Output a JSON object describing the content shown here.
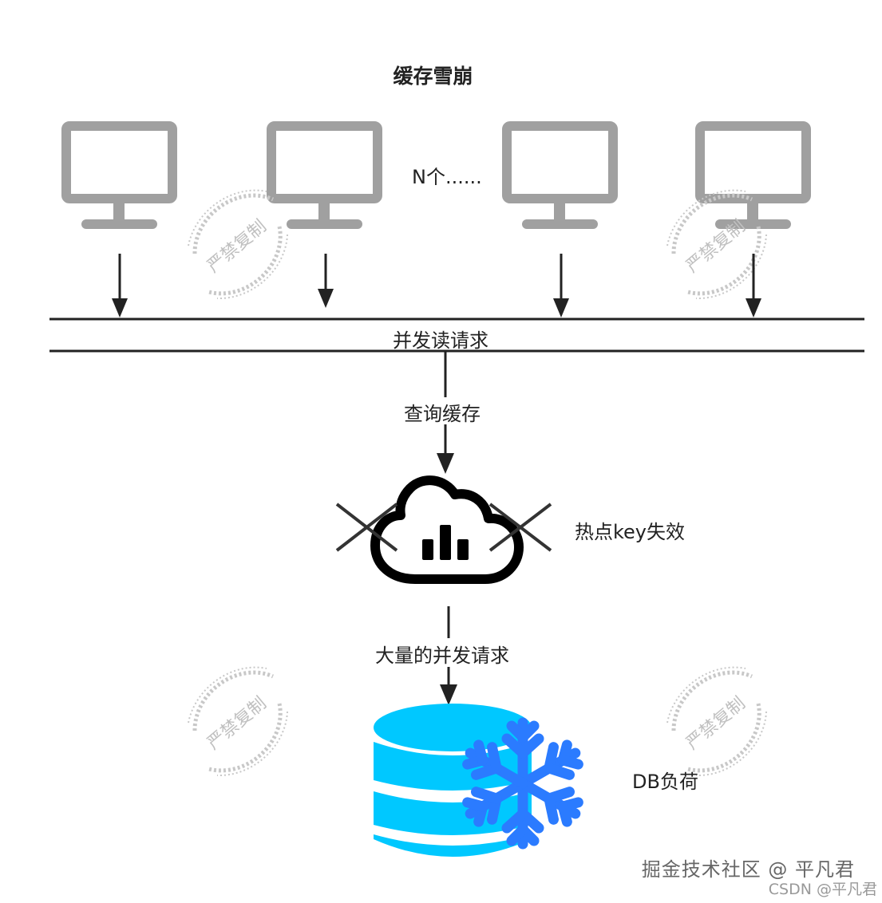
{
  "diagram": {
    "title": "缓存雪崩",
    "n_label": "N个......",
    "concurrent_label": "并发读请求",
    "query_label": "查询缓存",
    "hotkey_label": "热点key失效",
    "mass_label": "大量的并发请求",
    "db_label": "DB负荷"
  },
  "watermarks": {
    "stamp_text": "严禁复制",
    "juejin": "掘金技术社区 @ 平凡君",
    "csdn": "CSDN @平凡君"
  },
  "colors": {
    "monitor": "#a0a0a0",
    "line": "#222222",
    "cloud": "#000000",
    "db": "#00c8ff",
    "snowflake": "#2b7bff",
    "stamp": "#c8c8c8"
  },
  "icons": [
    "monitor-icon",
    "cloud-chart-icon",
    "database-icon",
    "snowflake-icon",
    "cross-icon"
  ]
}
